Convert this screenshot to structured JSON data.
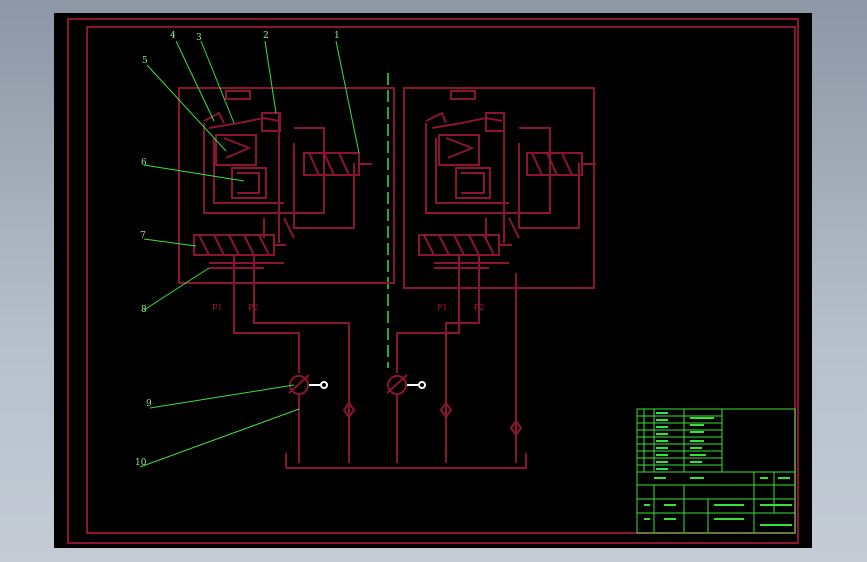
{
  "part_labels": [
    "1",
    "2",
    "3",
    "4",
    "5",
    "6",
    "7",
    "8",
    "9",
    "10"
  ],
  "port_labels": {
    "left_p1": "P1",
    "left_p2": "P2",
    "right_p1": "P1",
    "right_p2": "P2"
  },
  "colors": {
    "background": "#000000",
    "hydraulic_lines": "#8a1530",
    "leader_lines": "#39e039",
    "centerline": "#39e039",
    "title_block": "#39e039",
    "symbols_white": "#ffffff"
  }
}
